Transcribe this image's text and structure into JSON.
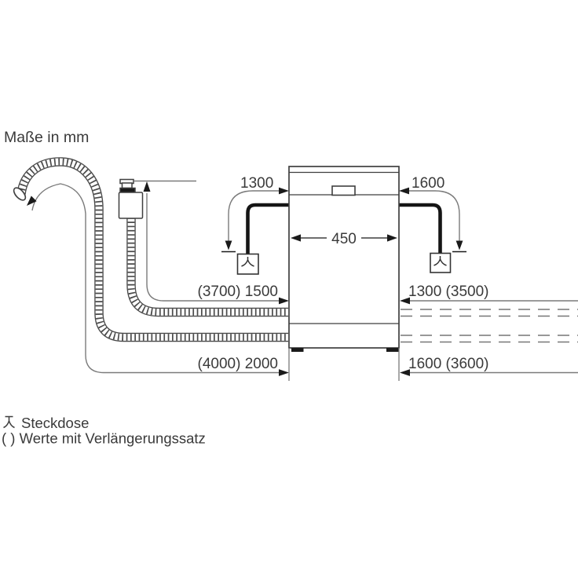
{
  "title": "Maße in mm",
  "dimensions": {
    "appliance_width": "450",
    "cable_left": "1300",
    "cable_right": "1600",
    "inlet_hose_left": "(3700) 1500",
    "drain_hose_left": "(4000) 2000",
    "inlet_hose_right": "1300 (3500)",
    "drain_hose_right": "1600 (3600)"
  },
  "legend": {
    "socket_label": "Steckdose",
    "extension_label": "( ) Werte mit Verlängerungssatz"
  },
  "icons": {
    "socket": "steckdose-plug-icon"
  },
  "colors": {
    "background": "#ffffff",
    "line": "#3f3f3f",
    "hose": "#4a4a4a",
    "thin_line": "#7a7a7a",
    "cable": "#151515",
    "text": "#3a3a3a"
  }
}
